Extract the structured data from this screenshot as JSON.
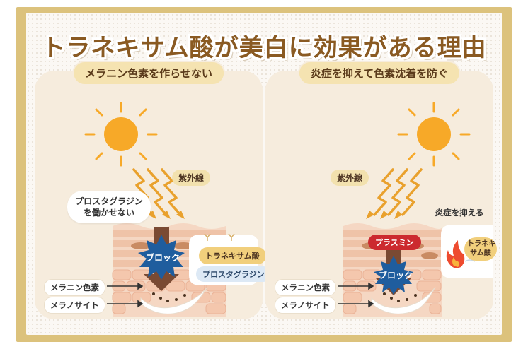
{
  "title": "トラネキサム酸が美白に効果がある理由",
  "colors": {
    "frame": "#dcc27c",
    "title": "#8a5a22",
    "sun": "#f7a928",
    "uv": "#e9a12d",
    "skin": "#f2c9ae",
    "block": "#1f5d9e",
    "plasmin": "#cc2a2f",
    "flame": "#ee4b2f"
  },
  "left_panel": {
    "heading": "メラニン色素を作らせない",
    "uv_label": "紫外線",
    "bubble_text_1": "プロスタグラジン",
    "bubble_text_2": "を働かせない",
    "block_label": "ブロック",
    "tranexamic_label": "トラネキサム酸",
    "prostaglandin_label": "プロスタグラジン",
    "melanin_label": "メラニン色素",
    "melanocyte_label": "メラノサイト"
  },
  "right_panel": {
    "heading": "炎症を抑えて色素沈着を防ぐ",
    "uv_label": "紫外線",
    "plasmin_label": "プラスミン",
    "block_label": "ブロック",
    "bubble_title": "炎症を抑える",
    "tranexamic_label_1": "トラネキ",
    "tranexamic_label_2": "サム酸",
    "melanin_label": "メラニン色素",
    "melanocyte_label": "メラノサイト"
  }
}
